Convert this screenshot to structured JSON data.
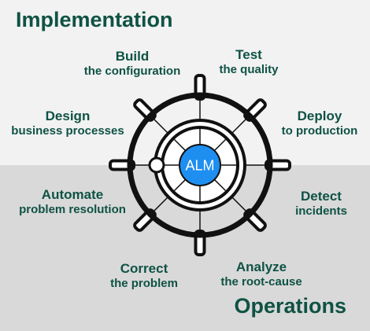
{
  "sections": {
    "implementation": "Implementation",
    "operations": "Operations"
  },
  "hub": {
    "label": "ALM"
  },
  "stages": [
    {
      "id": "build",
      "title": "Build",
      "subtitle": "the configuration"
    },
    {
      "id": "test",
      "title": "Test",
      "subtitle": "the quality"
    },
    {
      "id": "design",
      "title": "Design",
      "subtitle": "business processes"
    },
    {
      "id": "deploy",
      "title": "Deploy",
      "subtitle": "to production"
    },
    {
      "id": "automate",
      "title": "Automate",
      "subtitle": "problem resolution"
    },
    {
      "id": "detect",
      "title": "Detect",
      "subtitle": "incidents"
    },
    {
      "id": "correct",
      "title": "Correct",
      "subtitle": "the problem"
    },
    {
      "id": "analyze",
      "title": "Analyze",
      "subtitle": "the root-cause"
    }
  ],
  "colors": {
    "top_band": "#f2f2f2",
    "bottom_band": "#d9d9d9",
    "text": "#0f5244",
    "hub": "#1e8ff0",
    "outline": "#111111"
  }
}
